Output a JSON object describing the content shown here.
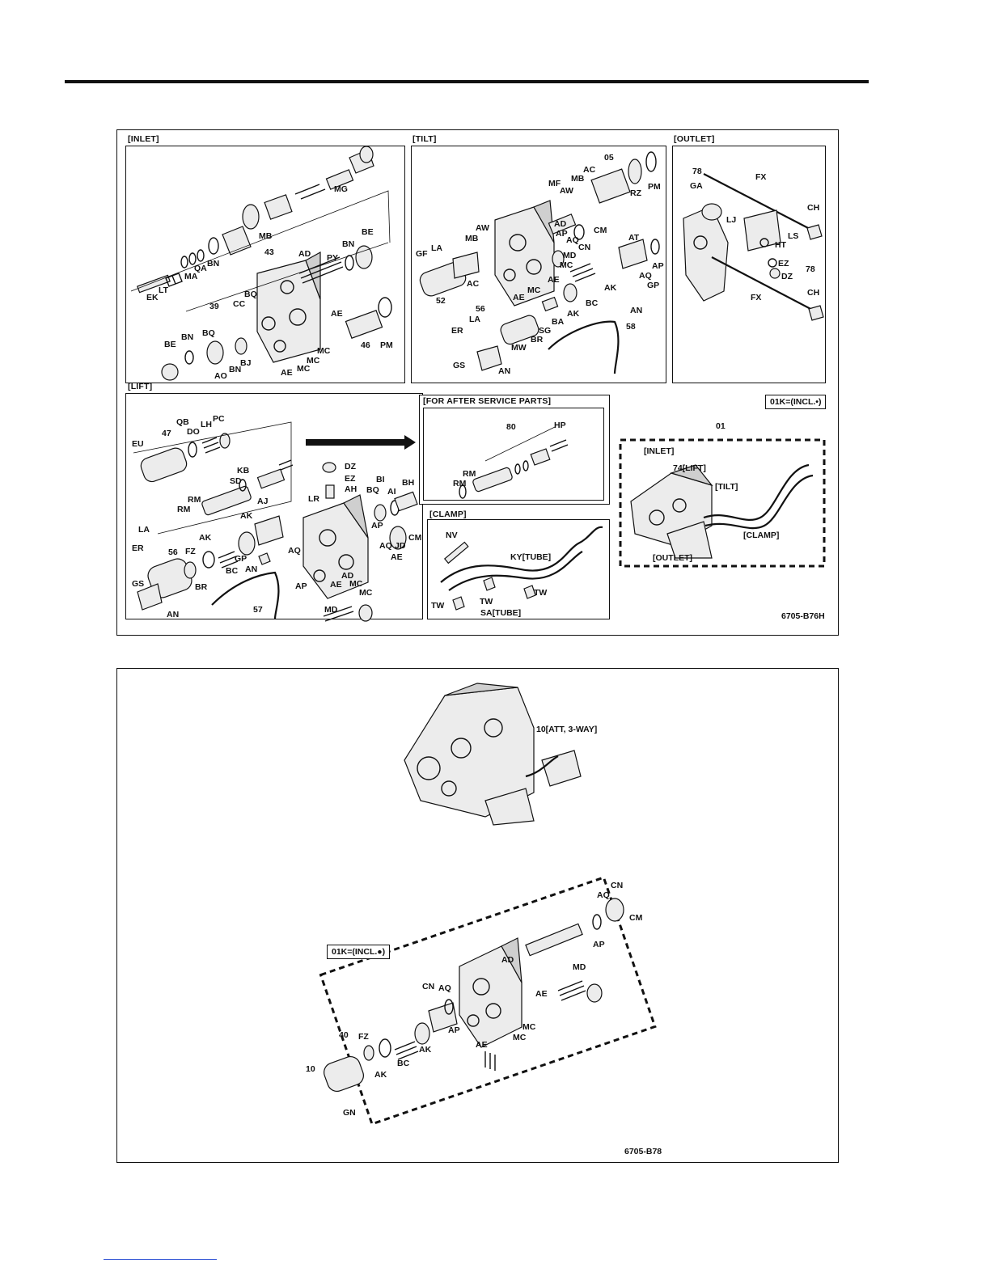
{
  "figure1": {
    "code": "6705-B76H",
    "panels": {
      "inlet": {
        "title": "[INLET]",
        "labels": [
          "MG",
          "MB",
          "43",
          "BN",
          "BE",
          "PY",
          "EK",
          "LT",
          "MA",
          "QA",
          "BN",
          "AD",
          "BQ",
          "39",
          "CC",
          "BQ",
          "AE",
          "BE",
          "BN",
          "BJ",
          "AO",
          "BN",
          "AE",
          "MC",
          "MC",
          "MC",
          "46",
          "PM"
        ]
      },
      "tilt": {
        "title": "[TILT]",
        "labels": [
          "05",
          "AC",
          "MB",
          "RZ",
          "PM",
          "MF",
          "AW",
          "AD",
          "CM",
          "AW",
          "MB",
          "AP",
          "AQ",
          "CN",
          "GF",
          "LA",
          "MD",
          "AT",
          "MC",
          "AP",
          "AE",
          "AQ",
          "AC",
          "52",
          "AE",
          "MC",
          "AK",
          "GP",
          "56",
          "LA",
          "BC",
          "AN",
          "BA",
          "AK",
          "ER",
          "SG",
          "BR",
          "58",
          "MW",
          "GS",
          "AN"
        ]
      },
      "outlet": {
        "title": "[OUTLET]",
        "labels": [
          "78",
          "GA",
          "FX",
          "CH",
          "LJ",
          "LS",
          "HT",
          "EZ",
          "DZ",
          "78",
          "FX",
          "CH"
        ]
      },
      "lift": {
        "title": "[LIFT]",
        "labels": [
          "QB",
          "PC",
          "LH",
          "DO",
          "47",
          "EU",
          "KB",
          "SD",
          "RM",
          "RM",
          "AK",
          "AJ",
          "LA",
          "ER",
          "56",
          "FZ",
          "AK",
          "GP",
          "AN",
          "BC",
          "BR",
          "GS",
          "AN",
          "57",
          "DZ",
          "EZ",
          "AH",
          "LR",
          "BI",
          "BQ",
          "AI",
          "BH",
          "AP",
          "AQ",
          "JD",
          "CM",
          "AE",
          "AQ",
          "AD",
          "AP",
          "AE",
          "MC",
          "MC",
          "MD"
        ]
      },
      "service": {
        "title": "[FOR AFTER SERVICE PARTS]",
        "labels": [
          "80",
          "HP",
          "RM",
          "RM"
        ]
      },
      "clamp": {
        "title": "[CLAMP]",
        "labels": [
          "NV",
          "KY[TUBE]",
          "TW",
          "TW",
          "TW",
          "SA[TUBE]"
        ]
      },
      "assembly": {
        "note": "01K=(INCL.•)",
        "labels": [
          "01",
          "[INLET]",
          "74[LIFT]",
          "[TILT]",
          "[CLAMP]",
          "[OUTLET]"
        ]
      }
    }
  },
  "figure2": {
    "code": "6705-B78",
    "note": "01K=(INCL.●)",
    "labels": [
      "10[ATT, 3-WAY]",
      "CN",
      "AQ",
      "CM",
      "AP",
      "AD",
      "MD",
      "AE",
      "CN",
      "AQ",
      "MC",
      "MC",
      "AP",
      "AE",
      "40",
      "FZ",
      "BC",
      "AK",
      "AK",
      "10",
      "GN"
    ]
  }
}
